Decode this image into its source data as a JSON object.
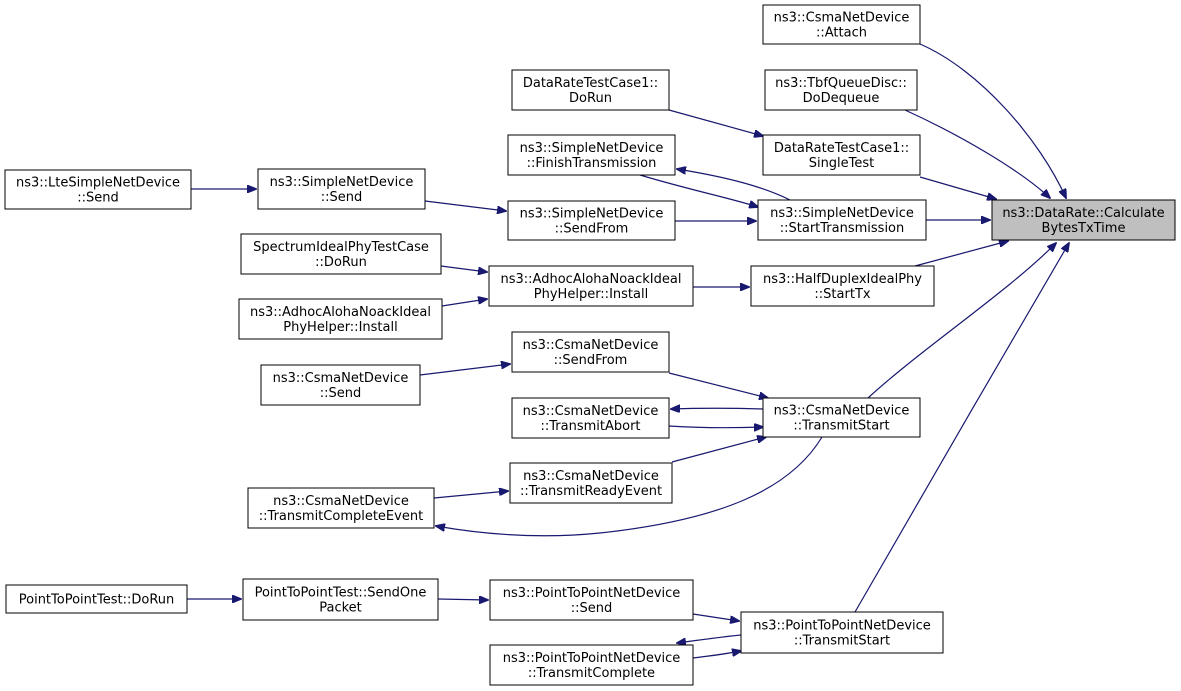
{
  "colors": {
    "edge": "#191970",
    "node_border": "#000000",
    "node_fill": "#ffffff",
    "target_fill": "#bfbfbf"
  },
  "nodes": {
    "calc": {
      "lines": [
        "ns3::DataRate::Calculate",
        "BytesTxTime"
      ],
      "highlight": true
    },
    "csmaAttach": {
      "lines": [
        "ns3::CsmaNetDevice",
        "::Attach"
      ]
    },
    "tbfDequeue": {
      "lines": [
        "ns3::TbfQueueDisc::",
        "DoDequeue"
      ]
    },
    "dataRateDoRun": {
      "lines": [
        "DataRateTestCase1::",
        "DoRun"
      ]
    },
    "dataRateSingleTest": {
      "lines": [
        "DataRateTestCase1::",
        "SingleTest"
      ]
    },
    "simpleFinishTx": {
      "lines": [
        "ns3::SimpleNetDevice",
        "::FinishTransmission"
      ]
    },
    "lteSend": {
      "lines": [
        "ns3::LteSimpleNetDevice",
        "::Send"
      ]
    },
    "simpleSend": {
      "lines": [
        "ns3::SimpleNetDevice",
        "::Send"
      ]
    },
    "simpleSendFrom": {
      "lines": [
        "ns3::SimpleNetDevice",
        "::SendFrom"
      ]
    },
    "simpleStartTx": {
      "lines": [
        "ns3::SimpleNetDevice",
        "::StartTransmission"
      ]
    },
    "spectrumDoRun": {
      "lines": [
        "SpectrumIdealPhyTestCase",
        "::DoRun"
      ]
    },
    "adhocInstall": {
      "lines": [
        "ns3::AdhocAlohaNoackIdeal",
        "PhyHelper::Install"
      ]
    },
    "halfDuplexStartTx": {
      "lines": [
        "ns3::HalfDuplexIdealPhy",
        "::StartTx"
      ]
    },
    "adhocInstall2": {
      "lines": [
        "ns3::AdhocAlohaNoackIdeal",
        "PhyHelper::Install"
      ]
    },
    "csmaSendFrom": {
      "lines": [
        "ns3::CsmaNetDevice",
        "::SendFrom"
      ]
    },
    "csmaSend": {
      "lines": [
        "ns3::CsmaNetDevice",
        "::Send"
      ]
    },
    "csmaTransmitAbort": {
      "lines": [
        "ns3::CsmaNetDevice",
        "::TransmitAbort"
      ]
    },
    "csmaTransmitStart": {
      "lines": [
        "ns3::CsmaNetDevice",
        "::TransmitStart"
      ]
    },
    "csmaTransmitReady": {
      "lines": [
        "ns3::CsmaNetDevice",
        "::TransmitReadyEvent"
      ]
    },
    "csmaTransmitComplete": {
      "lines": [
        "ns3::CsmaNetDevice",
        "::TransmitCompleteEvent"
      ]
    },
    "p2pTestDoRun": {
      "lines": [
        "PointToPointTest::DoRun"
      ]
    },
    "p2pTestSendOne": {
      "lines": [
        "PointToPointTest::SendOne",
        "Packet"
      ]
    },
    "p2pSend": {
      "lines": [
        "ns3::PointToPointNetDevice",
        "::Send"
      ]
    },
    "p2pTransmitStart": {
      "lines": [
        "ns3::PointToPointNetDevice",
        "::TransmitStart"
      ]
    },
    "p2pTransmitComplete": {
      "lines": [
        "ns3::PointToPointNetDevice",
        "::TransmitComplete"
      ]
    }
  },
  "edges": [
    {
      "from": "csmaAttach",
      "to": "calc"
    },
    {
      "from": "tbfDequeue",
      "to": "calc"
    },
    {
      "from": "dataRateDoRun",
      "to": "dataRateSingleTest"
    },
    {
      "from": "dataRateSingleTest",
      "to": "calc"
    },
    {
      "from": "simpleStartTx",
      "to": "calc"
    },
    {
      "from": "simpleFinishTx",
      "to": "simpleStartTx"
    },
    {
      "from": "simpleStartTx",
      "to": "simpleFinishTx"
    },
    {
      "from": "lteSend",
      "to": "simpleSend"
    },
    {
      "from": "simpleSend",
      "to": "simpleSendFrom"
    },
    {
      "from": "simpleSendFrom",
      "to": "simpleStartTx"
    },
    {
      "from": "spectrumDoRun",
      "to": "adhocInstall"
    },
    {
      "from": "adhocInstall2",
      "to": "adhocInstall"
    },
    {
      "from": "adhocInstall",
      "to": "halfDuplexStartTx"
    },
    {
      "from": "halfDuplexStartTx",
      "to": "calc"
    },
    {
      "from": "csmaTransmitStart",
      "to": "calc"
    },
    {
      "from": "csmaSend",
      "to": "csmaSendFrom"
    },
    {
      "from": "csmaSendFrom",
      "to": "csmaTransmitStart"
    },
    {
      "from": "csmaTransmitStart",
      "to": "csmaTransmitAbort"
    },
    {
      "from": "csmaTransmitAbort",
      "to": "csmaTransmitStart"
    },
    {
      "from": "csmaTransmitReady",
      "to": "csmaTransmitStart"
    },
    {
      "from": "csmaTransmitStart",
      "to": "csmaTransmitComplete"
    },
    {
      "from": "csmaTransmitComplete",
      "to": "csmaTransmitReady"
    },
    {
      "from": "p2pTransmitStart",
      "to": "calc"
    },
    {
      "from": "p2pTestDoRun",
      "to": "p2pTestSendOne"
    },
    {
      "from": "p2pTestSendOne",
      "to": "p2pSend"
    },
    {
      "from": "p2pSend",
      "to": "p2pTransmitStart"
    },
    {
      "from": "p2pTransmitStart",
      "to": "p2pTransmitComplete"
    },
    {
      "from": "p2pTransmitComplete",
      "to": "p2pTransmitStart"
    }
  ]
}
